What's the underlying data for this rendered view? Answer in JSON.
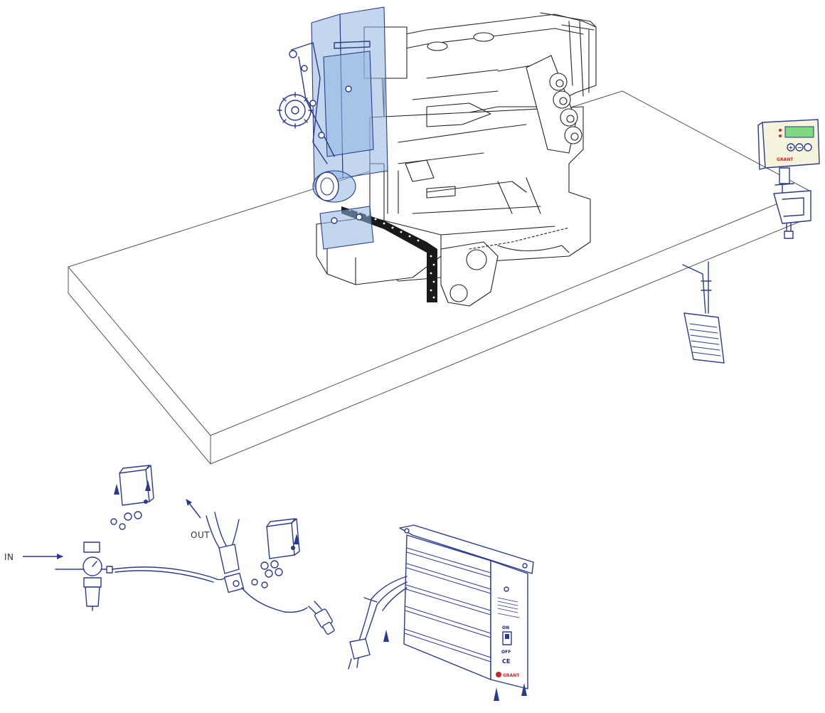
{
  "labels": {
    "air_in": "IN",
    "air_out": "OUT"
  },
  "control_box": {
    "switch_on": "ON",
    "switch_off": "OFF",
    "ce_mark": "CE",
    "brand": "GRANT"
  },
  "display_panel": {
    "brand": "GRANT"
  },
  "colors": {
    "line_art": "#222222",
    "accessory_blue": "#2b3a8c",
    "transparent_tint": "#8fb6e0",
    "lcd_green": "#7cd97c",
    "brand_red": "#c62828"
  }
}
